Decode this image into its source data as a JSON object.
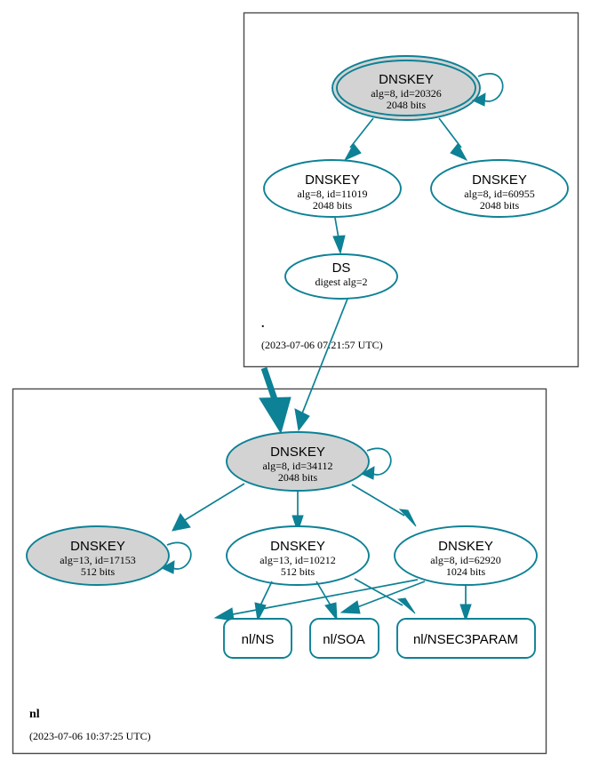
{
  "diagram": {
    "kind": "dnssec-authentication-chain",
    "accent_color": "#0d8195",
    "node_fill_secure": "#d3d3d3",
    "node_fill_plain": "#ffffff",
    "box_stroke": "#4a4a4d"
  },
  "zones": [
    {
      "id": "root",
      "name": ".",
      "timestamp": "(2023-07-06 07:21:57 UTC)",
      "nodes": [
        {
          "id": "root-ksk",
          "shape": "ellipse",
          "trust_anchor": true,
          "filled": true,
          "self_signed": true,
          "title": "DNSKEY",
          "line2": "alg=8, id=20326",
          "line3": "2048 bits"
        },
        {
          "id": "root-zsk-11019",
          "shape": "ellipse",
          "trust_anchor": false,
          "filled": false,
          "self_signed": false,
          "title": "DNSKEY",
          "line2": "alg=8, id=11019",
          "line3": "2048 bits"
        },
        {
          "id": "root-zsk-60955",
          "shape": "ellipse",
          "trust_anchor": false,
          "filled": false,
          "self_signed": false,
          "title": "DNSKEY",
          "line2": "alg=8, id=60955",
          "line3": "2048 bits"
        },
        {
          "id": "root-ds",
          "shape": "ellipse",
          "trust_anchor": false,
          "filled": false,
          "self_signed": false,
          "title": "DS",
          "line2": "digest alg=2",
          "line3": ""
        }
      ]
    },
    {
      "id": "nl",
      "name": "nl",
      "timestamp": "(2023-07-06 10:37:25 UTC)",
      "nodes": [
        {
          "id": "nl-ksk-34112",
          "shape": "ellipse",
          "trust_anchor": false,
          "filled": true,
          "self_signed": true,
          "title": "DNSKEY",
          "line2": "alg=8, id=34112",
          "line3": "2048 bits"
        },
        {
          "id": "nl-key-17153",
          "shape": "ellipse",
          "trust_anchor": false,
          "filled": true,
          "self_signed": true,
          "title": "DNSKEY",
          "line2": "alg=13, id=17153",
          "line3": "512 bits"
        },
        {
          "id": "nl-key-10212",
          "shape": "ellipse",
          "trust_anchor": false,
          "filled": false,
          "self_signed": false,
          "title": "DNSKEY",
          "line2": "alg=13, id=10212",
          "line3": "512 bits"
        },
        {
          "id": "nl-key-62920",
          "shape": "ellipse",
          "trust_anchor": false,
          "filled": false,
          "self_signed": false,
          "title": "DNSKEY",
          "line2": "alg=8, id=62920",
          "line3": "1024 bits"
        },
        {
          "id": "nl-ns",
          "shape": "rect",
          "title": "nl/NS"
        },
        {
          "id": "nl-soa",
          "shape": "rect",
          "title": "nl/SOA"
        },
        {
          "id": "nl-nsec3param",
          "shape": "rect",
          "title": "nl/NSEC3PARAM"
        }
      ]
    }
  ],
  "edges": [
    {
      "from": "root-ksk",
      "to": "root-ksk",
      "type": "self-loop"
    },
    {
      "from": "root-ksk",
      "to": "root-zsk-11019",
      "type": "signs"
    },
    {
      "from": "root-ksk",
      "to": "root-zsk-60955",
      "type": "signs"
    },
    {
      "from": "root-zsk-11019",
      "to": "root-ds",
      "type": "signs"
    },
    {
      "from": "root-ds",
      "to": "nl-ksk-34112",
      "type": "delegation"
    },
    {
      "from": "root",
      "to": "nl",
      "type": "zone-delegation"
    },
    {
      "from": "nl-ksk-34112",
      "to": "nl-ksk-34112",
      "type": "self-loop"
    },
    {
      "from": "nl-ksk-34112",
      "to": "nl-key-17153",
      "type": "signs"
    },
    {
      "from": "nl-ksk-34112",
      "to": "nl-key-10212",
      "type": "signs"
    },
    {
      "from": "nl-ksk-34112",
      "to": "nl-key-62920",
      "type": "signs"
    },
    {
      "from": "nl-key-17153",
      "to": "nl-key-17153",
      "type": "self-loop"
    },
    {
      "from": "nl-key-10212",
      "to": "nl-ns",
      "type": "signs"
    },
    {
      "from": "nl-key-10212",
      "to": "nl-soa",
      "type": "signs"
    },
    {
      "from": "nl-key-10212",
      "to": "nl-nsec3param",
      "type": "signs"
    },
    {
      "from": "nl-key-62920",
      "to": "nl-ns",
      "type": "signs"
    },
    {
      "from": "nl-key-62920",
      "to": "nl-soa",
      "type": "signs"
    },
    {
      "from": "nl-key-62920",
      "to": "nl-nsec3param",
      "type": "signs"
    }
  ]
}
